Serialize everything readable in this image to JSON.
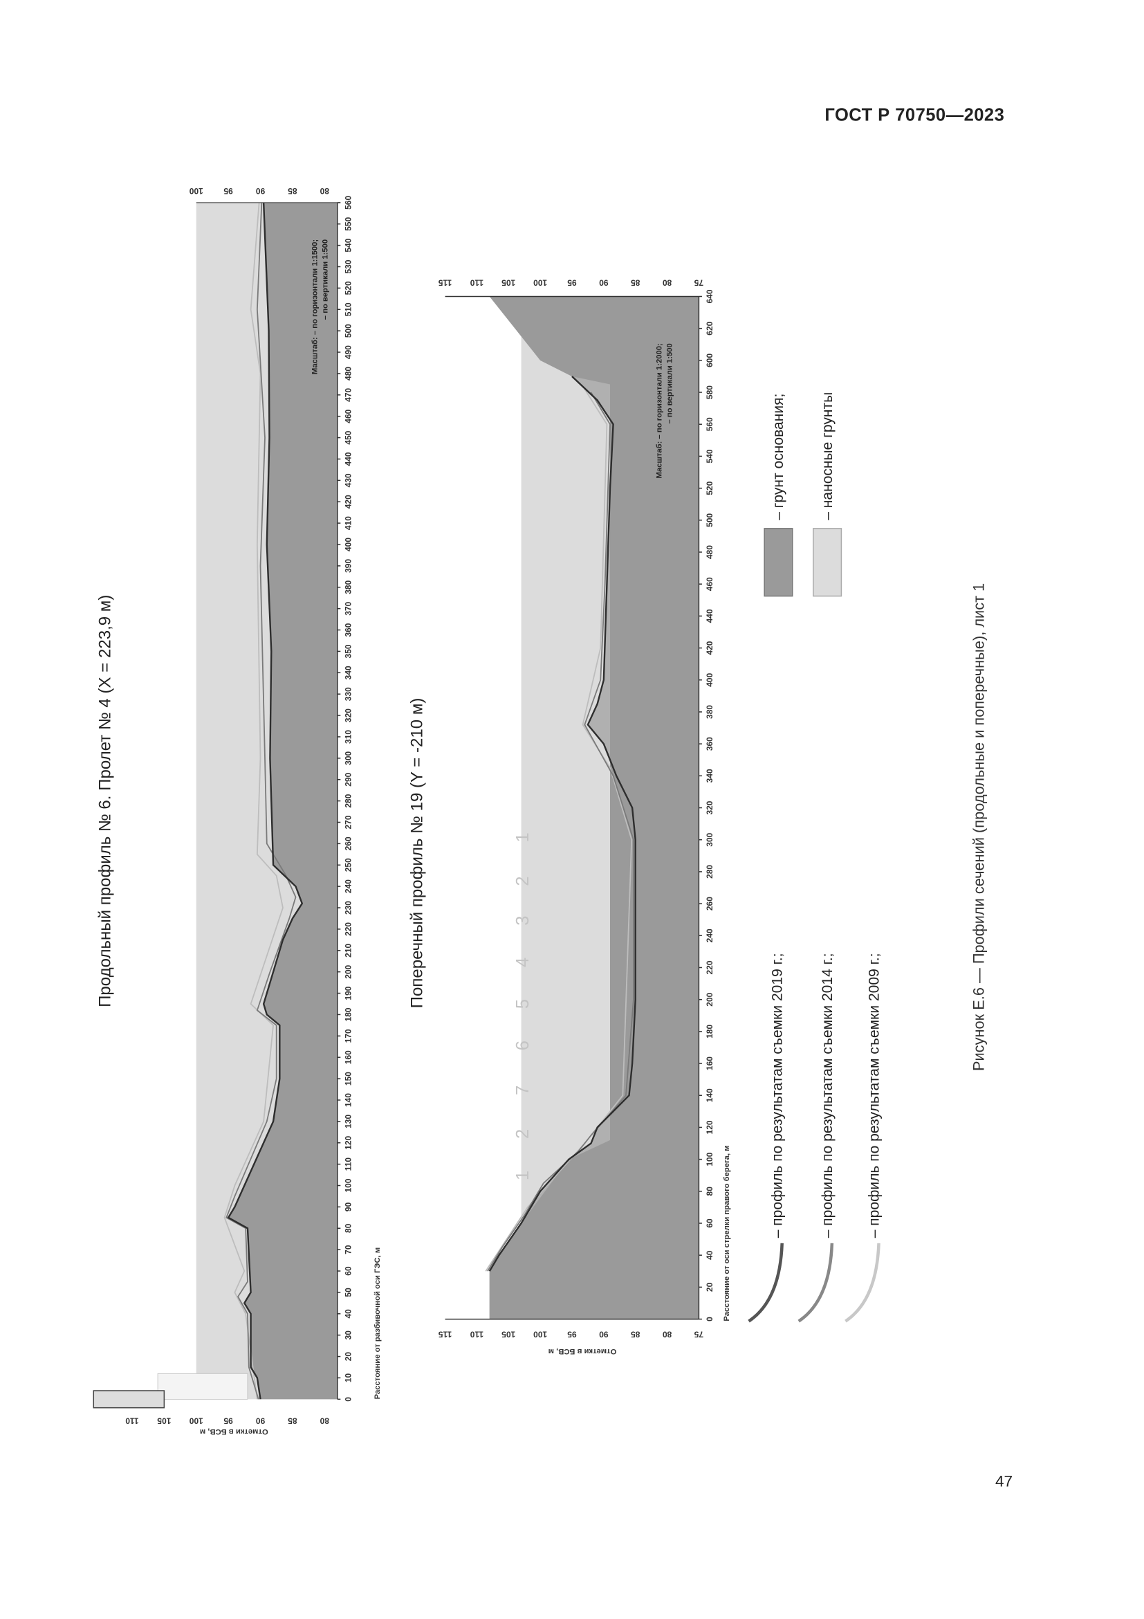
{
  "header": {
    "doc_id": "ГОСТ Р 70750—2023"
  },
  "page_number": "47",
  "figure1": {
    "title": "Продольный профиль № 6. Пролет № 4 (X = 223,9 м)",
    "ylabel": "Отметки в БСВ, м",
    "xlabel": "Расстояние от разбивочной оси ГЭС, м",
    "scale_line1": "Масштаб: – по горизонтали 1:1500;",
    "scale_line2": "– по вертикали 1:500",
    "x_ticks": [
      0,
      10,
      20,
      30,
      40,
      50,
      60,
      70,
      80,
      90,
      100,
      110,
      120,
      130,
      140,
      150,
      160,
      170,
      180,
      190,
      200,
      210,
      220,
      230,
      240,
      250,
      260,
      270,
      280,
      290,
      300,
      310,
      320,
      330,
      340,
      350,
      360,
      370,
      380,
      390,
      400,
      410,
      420,
      430,
      440,
      450,
      460,
      470,
      480,
      490,
      500,
      510,
      520,
      530,
      540,
      550,
      560
    ],
    "y_ticks_left": [
      110,
      105,
      100,
      95,
      90,
      85,
      80
    ],
    "y_ticks_right": [
      100,
      95,
      90,
      85,
      80
    ],
    "profile_2019": [
      [
        0,
        90
      ],
      [
        10,
        90.5
      ],
      [
        15,
        91.5
      ],
      [
        40,
        91.5
      ],
      [
        45,
        92.5
      ],
      [
        50,
        91.5
      ],
      [
        80,
        92
      ],
      [
        85,
        95
      ],
      [
        90,
        94
      ],
      [
        110,
        91
      ],
      [
        130,
        88
      ],
      [
        150,
        87
      ],
      [
        175,
        87
      ],
      [
        180,
        89
      ],
      [
        185,
        89.5
      ],
      [
        200,
        88
      ],
      [
        215,
        86.5
      ],
      [
        225,
        85
      ],
      [
        232,
        83.5
      ],
      [
        240,
        84.5
      ],
      [
        250,
        88
      ],
      [
        300,
        88.5
      ],
      [
        350,
        88.3
      ],
      [
        400,
        89
      ],
      [
        450,
        88.6
      ],
      [
        500,
        88.7
      ],
      [
        560,
        89.5
      ]
    ],
    "profile_2014": [
      [
        0,
        90.3
      ],
      [
        15,
        91.8
      ],
      [
        40,
        92
      ],
      [
        48,
        93.5
      ],
      [
        55,
        92
      ],
      [
        80,
        92.3
      ],
      [
        85,
        95.3
      ],
      [
        95,
        94
      ],
      [
        130,
        89
      ],
      [
        150,
        87.5
      ],
      [
        175,
        87.5
      ],
      [
        182,
        90.5
      ],
      [
        200,
        88.5
      ],
      [
        225,
        85.5
      ],
      [
        235,
        84.5
      ],
      [
        245,
        86
      ],
      [
        260,
        89
      ],
      [
        300,
        89.3
      ],
      [
        390,
        90
      ],
      [
        450,
        89.3
      ],
      [
        510,
        90.5
      ],
      [
        560,
        89.8
      ]
    ],
    "profile_2009": [
      [
        0,
        90.5
      ],
      [
        40,
        92.3
      ],
      [
        50,
        94
      ],
      [
        60,
        92.5
      ],
      [
        85,
        95.6
      ],
      [
        100,
        94
      ],
      [
        130,
        89.5
      ],
      [
        175,
        88
      ],
      [
        185,
        91.5
      ],
      [
        230,
        86.5
      ],
      [
        245,
        87.5
      ],
      [
        255,
        90.5
      ],
      [
        300,
        90
      ],
      [
        400,
        90.5
      ],
      [
        480,
        90
      ],
      [
        510,
        91.5
      ],
      [
        560,
        90.2
      ]
    ]
  },
  "figure2": {
    "title": "Поперечный профиль № 19 (Y = -210 м)",
    "ylabel": "Отметки в БСВ, м",
    "xlabel": "Расстояние от оси стрелки правого берега, м",
    "scale_line1": "Масштаб: – по горизонтали 1:2000;",
    "scale_line2": "– по вертикали 1:500",
    "x_ticks": [
      0,
      20,
      40,
      60,
      80,
      100,
      120,
      140,
      160,
      180,
      200,
      220,
      240,
      260,
      280,
      300,
      320,
      340,
      360,
      380,
      400,
      420,
      440,
      460,
      480,
      500,
      520,
      540,
      560,
      580,
      600,
      620,
      640
    ],
    "y_ticks": [
      115,
      110,
      105,
      100,
      95,
      90,
      85,
      80,
      75
    ],
    "zone_labels": [
      "1",
      "2",
      "7",
      "6",
      "5",
      "4",
      "3",
      "2",
      "1"
    ],
    "profile_2019": [
      [
        30,
        108
      ],
      [
        40,
        106.5
      ],
      [
        60,
        103
      ],
      [
        80,
        100
      ],
      [
        100,
        95.5
      ],
      [
        110,
        92
      ],
      [
        120,
        91
      ],
      [
        140,
        86
      ],
      [
        160,
        85.5
      ],
      [
        200,
        85
      ],
      [
        300,
        85
      ],
      [
        320,
        85.5
      ],
      [
        340,
        88
      ],
      [
        360,
        90
      ],
      [
        372,
        92.5
      ],
      [
        385,
        91
      ],
      [
        400,
        90
      ],
      [
        460,
        89.5
      ],
      [
        520,
        89
      ],
      [
        560,
        88.5
      ],
      [
        575,
        91
      ],
      [
        590,
        95
      ]
    ],
    "profile_2014": [
      [
        30,
        108.3
      ],
      [
        45,
        106
      ],
      [
        65,
        102.5
      ],
      [
        85,
        99.5
      ],
      [
        105,
        94
      ],
      [
        115,
        92
      ],
      [
        140,
        86.5
      ],
      [
        200,
        85.3
      ],
      [
        300,
        85.3
      ],
      [
        340,
        88.5
      ],
      [
        372,
        93
      ],
      [
        400,
        90.5
      ],
      [
        460,
        89.8
      ],
      [
        560,
        89
      ],
      [
        580,
        92
      ]
    ],
    "profile_2009": [
      [
        30,
        108.6
      ],
      [
        70,
        102
      ],
      [
        110,
        93
      ],
      [
        140,
        87
      ],
      [
        300,
        85.6
      ],
      [
        345,
        89
      ],
      [
        372,
        93.3
      ],
      [
        420,
        90.5
      ],
      [
        560,
        89.5
      ],
      [
        582,
        93
      ]
    ]
  },
  "legend": {
    "fills": [
      "– грунт основания;",
      "– наносные грунты"
    ],
    "lines": [
      "– профиль по результатам съемки 2019 г.;",
      "– профиль по результатам съемки 2014 г.;",
      "– профиль по результатам съемки 2009 г.;"
    ]
  },
  "caption": "Рисунок Е.6 — Профили сечений (продольные и поперечные), лист 1",
  "colors": {
    "base_ground": "#9a9a9a",
    "alluvial": "#dcdcdc",
    "line_2019": "#2e2e2e",
    "line_2014": "#7a7a7a",
    "line_2009": "#bdbdbd"
  }
}
